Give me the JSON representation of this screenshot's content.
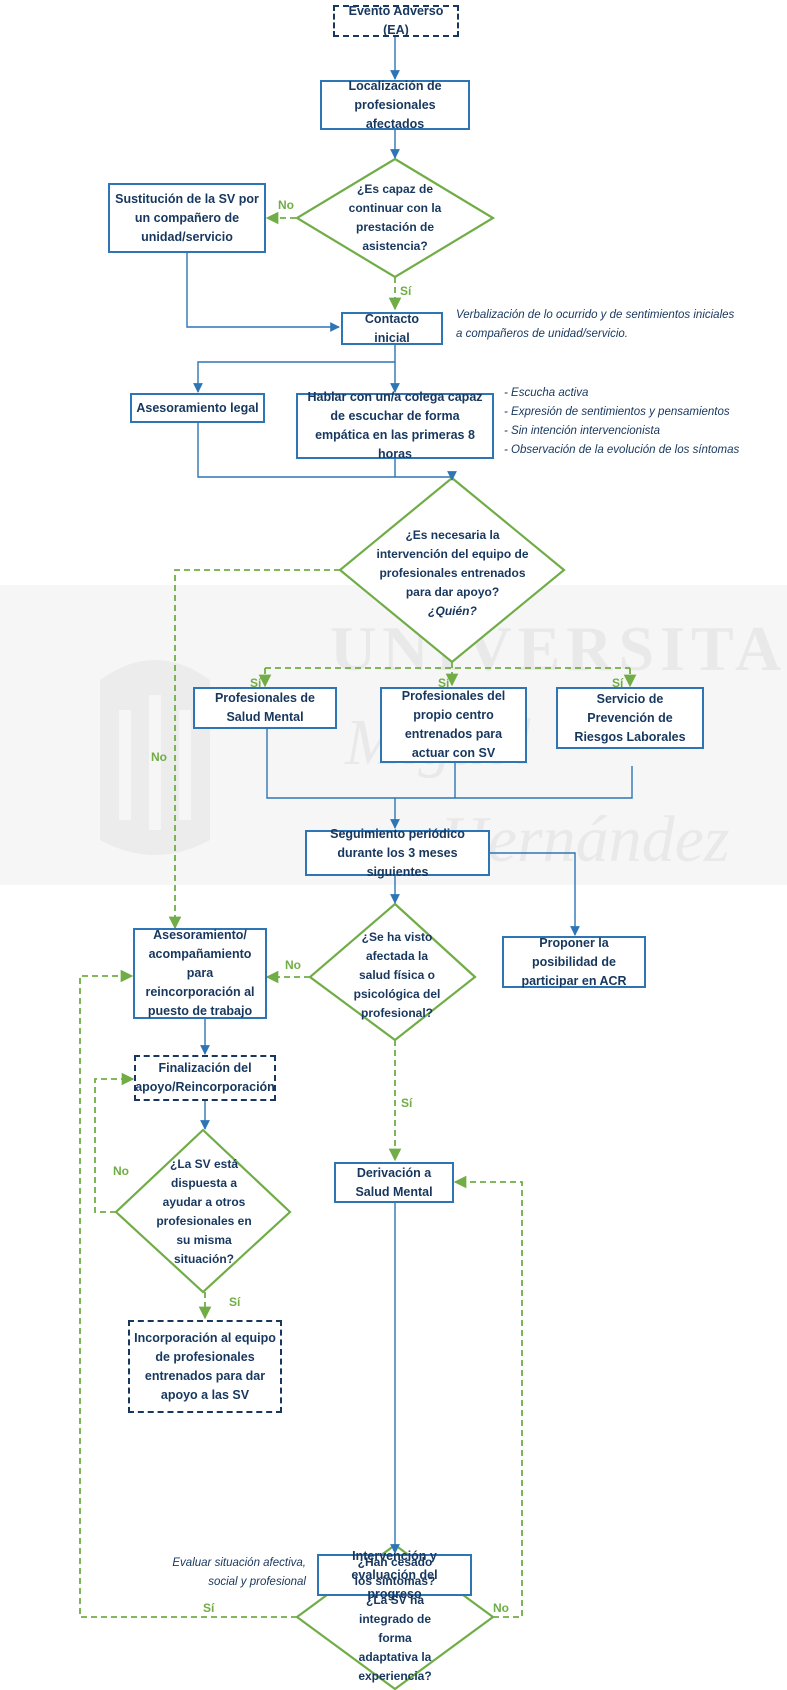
{
  "nodes": {
    "evento_adverso": "Evento Adverso (EA)",
    "localizacion": "Localización de profesionales afectados",
    "es_capaz": "¿Es capaz de continuar con la prestación de asistencia?",
    "sustitucion": "Sustitución de la SV por un compañero de unidad/servicio",
    "contacto_inicial": "Contacto inicial",
    "asesoramiento_legal": "Asesoramiento legal",
    "hablar_colega": "Hablar con un/a colega capaz de escuchar de forma empática en las primeras 8 horas",
    "es_necesaria": "¿Es necesaria la intervención del equipo de profesionales entrenados para dar apoyo?",
    "quien": "¿Quién?",
    "prof_salud_mental": "Profesionales de Salud Mental",
    "prof_propio_centro": "Profesionales del propio centro entrenados para actuar con SV",
    "servicio_prevencion": "Servicio de Prevención de Riesgos Laborales",
    "seguimiento": "Seguimiento periódico durante los 3 meses siguientes",
    "proponer_acr": "Proponer la posibilidad de participar en ACR",
    "se_ha_visto": "¿Se ha visto afectada la salud física o psicológica del profesional?",
    "asesoramiento_reincorporacion": "Asesoramiento/ acompañamiento para reincorporación al puesto de trabajo",
    "finalizacion": "Finalización del apoyo/Reincorporación",
    "la_sv_dispuesta": "¿La SV está dispuesta a ayudar a otros profesionales en su misma situación?",
    "incorporacion": "Incorporación al equipo de profesionales entrenados para dar apoyo a las SV",
    "derivacion": "Derivación a Salud Mental",
    "intervencion": "Intervención y evaluación del progreso",
    "han_cesado": "¿Han cesado los síntomas? ¿La SV ha integrado de forma adaptativa la experiencia?"
  },
  "labels": {
    "no": "No",
    "si": "Sí"
  },
  "notes": {
    "verbalizacion": "Verbalización de lo ocurrido y de sentimientos iniciales a compañeros de unidad/servicio.",
    "colega_items": [
      "- Escucha activa",
      "- Expresión de sentimientos y pensamientos",
      "- Sin intención intervencionista",
      "- Observación de la evolución de los síntomas"
    ],
    "evaluar": "Evaluar situación afectiva, social y profesional"
  },
  "watermark": {
    "line1": "UNIVERSITAS",
    "line2": "Miguel",
    "line3": "Hernández"
  },
  "colors": {
    "box_border": "#2e75b6",
    "text": "#17375e",
    "diamond": "#70ad47",
    "arrow": "#2e75b6",
    "dashed_arrow": "#70ad47",
    "watermark": "#e9e9e9"
  }
}
